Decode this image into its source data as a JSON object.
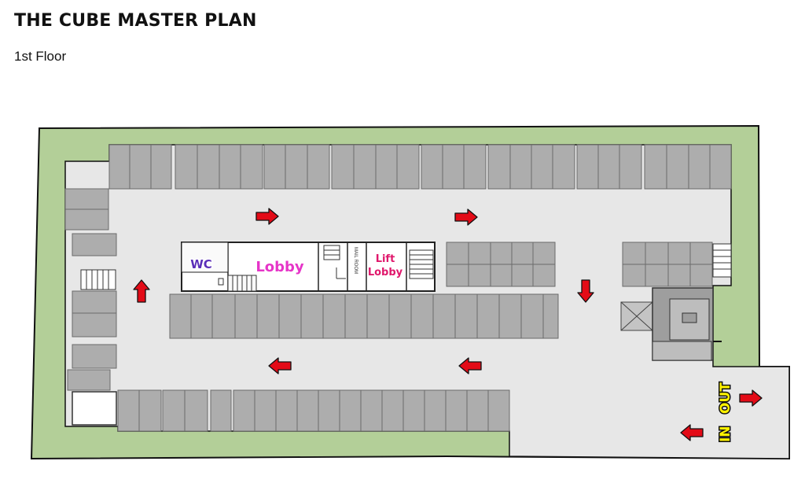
{
  "header": {
    "title": "THE CUBE MASTER PLAN",
    "subtitle": "1st Floor"
  },
  "labels": {
    "wc": "WC",
    "lobby": "Lobby",
    "lift_line1": "Lift",
    "lift_line2": "Lobby",
    "mail_room": "MAIL ROOM",
    "entrance_in": "IN",
    "entrance_out": "OUT"
  },
  "colors": {
    "landscape": "#b3cf98",
    "floor": "#e7e7e7",
    "parking_bay": "#adadad",
    "arrow": "#e30b17",
    "wc_label": "#5b2fb8",
    "lobby_label": "#e635c8",
    "lift_label": "#e0186c",
    "in_out_label": "#fff200"
  },
  "arrow_directions": [
    "right",
    "right",
    "up",
    "down",
    "left",
    "left",
    "right",
    "left"
  ]
}
